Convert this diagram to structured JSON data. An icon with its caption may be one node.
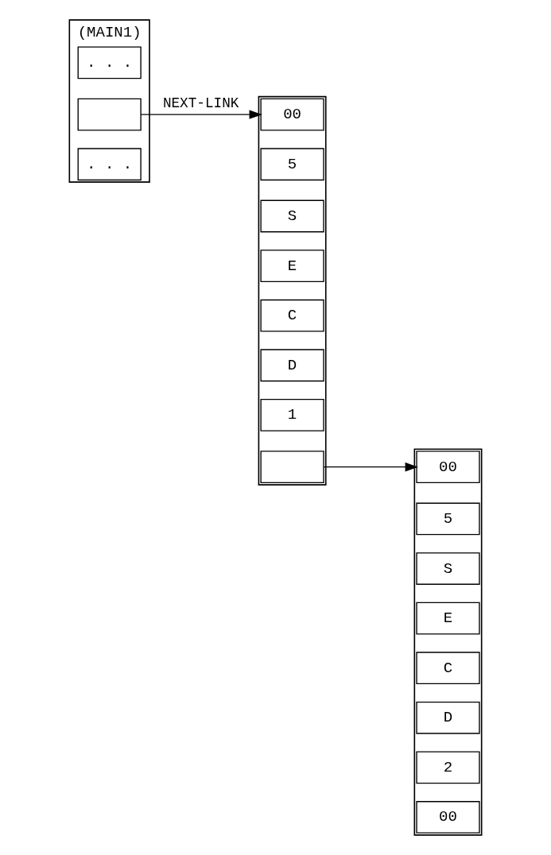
{
  "diagram": {
    "nodes": [
      {
        "text": [
          "(MAIN1)"
        ]
      },
      {
        "text": [
          ". . ."
        ],
        "in": 0
      },
      {
        "text": [],
        "shape": "box",
        "in": 0
      },
      {
        "text": [
          ". . ."
        ],
        "in": 0
      },
      {
        "text": [],
        "shape": "box"
      },
      {
        "text": [
          "00"
        ],
        "in": 4
      },
      {
        "text": [
          "5"
        ],
        "in": 4
      },
      {
        "text": [
          "S"
        ],
        "in": 4
      },
      {
        "text": [
          "E"
        ],
        "in": 4
      },
      {
        "text": [
          "C"
        ],
        "in": 4
      },
      {
        "text": [
          "D"
        ],
        "in": 4
      },
      {
        "text": [
          "1"
        ],
        "in": 4
      },
      {
        "text": [],
        "shape": "box",
        "in": 4
      },
      {
        "text": [],
        "shape": "box"
      },
      {
        "text": [
          "00"
        ],
        "in": 13
      },
      {
        "text": [
          "5"
        ],
        "in": 13
      },
      {
        "text": [
          "S"
        ],
        "in": 13
      },
      {
        "text": [
          "E"
        ],
        "in": 13
      },
      {
        "text": [
          "C"
        ],
        "in": 13
      },
      {
        "text": [
          "D"
        ],
        "in": 13
      },
      {
        "text": [
          "2"
        ],
        "in": 13
      },
      {
        "text": [
          "00"
        ],
        "in": 13
      }
    ],
    "edges": [
      {
        "from": 2,
        "to": 5,
        "arrow": "to",
        "label": "NEXT-LINK"
      },
      {
        "from": 12,
        "to": 14,
        "arrow": "to"
      }
    ]
  }
}
